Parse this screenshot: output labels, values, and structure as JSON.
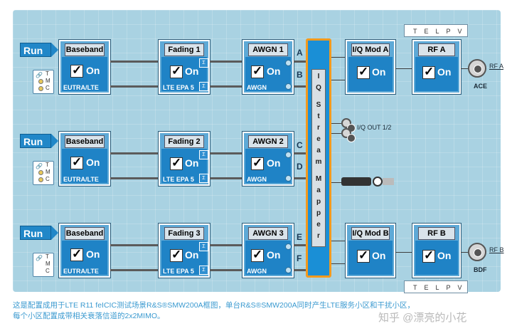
{
  "rows": [
    {
      "run": "Run",
      "baseband": {
        "title": "Baseband 1",
        "on": "On",
        "sub": "EUTRA/LTE"
      },
      "fading": {
        "title": "Fading 1",
        "on": "On",
        "sub": "LTE EPA 5"
      },
      "awgn": {
        "title": "AWGN 1",
        "on": "On",
        "sub": "AWGN"
      },
      "letters": [
        "A",
        "B"
      ]
    },
    {
      "run": "Run",
      "baseband": {
        "title": "Baseband 2",
        "on": "On",
        "sub": "EUTRA/LTE"
      },
      "fading": {
        "title": "Fading 2",
        "on": "On",
        "sub": "LTE EPA 5"
      },
      "awgn": {
        "title": "AWGN 2",
        "on": "On",
        "sub": "AWGN"
      },
      "letters": [
        "C",
        "D"
      ]
    },
    {
      "run": "Run",
      "baseband": {
        "title": "Baseband 3",
        "on": "On",
        "sub": "EUTRA/LTE"
      },
      "fading": {
        "title": "Fading 3",
        "on": "On",
        "sub": "LTE EPA 5"
      },
      "awgn": {
        "title": "AWGN 3",
        "on": "On",
        "sub": "AWGN"
      },
      "letters": [
        "E",
        "F"
      ]
    }
  ],
  "tmc": {
    "t": "T",
    "m": "M",
    "c": "C"
  },
  "mapper": {
    "chars": [
      "I",
      "Q",
      "S",
      "t",
      "r",
      "e",
      "a",
      "m",
      "M",
      "a",
      "p",
      "p",
      "e",
      "r"
    ]
  },
  "iq_mod_a": {
    "title": "I/Q Mod A",
    "on": "On"
  },
  "iq_mod_b": {
    "title": "I/Q Mod B",
    "on": "On"
  },
  "rf_a": {
    "title": "RF A",
    "on": "On",
    "port_label": "RF A",
    "ace": "ACE"
  },
  "rf_b": {
    "title": "RF B",
    "on": "On",
    "port_label": "RF B",
    "ace": "BDF"
  },
  "tlpv_top": "TELPV",
  "tlpv_bottom": "TELPV",
  "iq_out": "I/Q OUT 1/2",
  "caption": {
    "line1": "这是配置成用于LTE R11 feICIC测试场景R&S®SMW200A框图，单台R&S®SMW200A同时产生LTE服务小区和干扰小区，",
    "line2": "每个小区配置成带相关衰落信道的2x2MIMO。"
  },
  "watermark": "知乎 @漂亮的小花"
}
